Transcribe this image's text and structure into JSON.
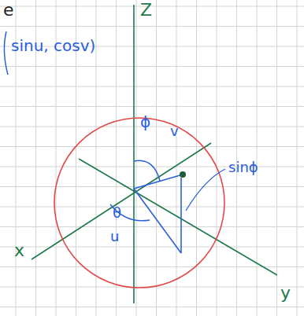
{
  "diagram": {
    "labels": [
      "e",
      "sinu, cosv)",
      "Z",
      "x",
      "y",
      "θ",
      "u",
      "ϕ",
      "v",
      "sinϕ"
    ]
  }
}
